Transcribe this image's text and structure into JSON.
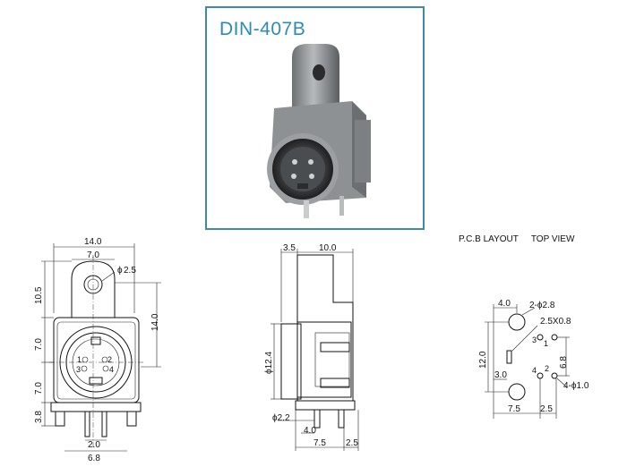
{
  "product": {
    "model": "DIN-407B"
  },
  "pcb": {
    "layout_label": "P.C.B LAYOUT",
    "view_label": "TOP VIEW"
  },
  "front_view": {
    "width": "14.0",
    "half_width": "7.0",
    "hole": "2.5",
    "phi": "ϕ",
    "top_height": "10.5",
    "mid_height": "14.0",
    "upper": "7.0",
    "lower": "7.0",
    "leg": "3.8",
    "pin_span": "2.0",
    "base": "6.8",
    "pins": [
      "1",
      "2",
      "3",
      "4"
    ]
  },
  "side_view": {
    "d1": "3.5",
    "d2": "10.0",
    "diameter": "12.4",
    "pin": "2.2",
    "b1": "4.0",
    "b2": "7.5",
    "b3": "2.5"
  },
  "pcb_view": {
    "top": "4.0",
    "holes": "2-",
    "hole_dia": "2.8",
    "slot": "2.5X0.8",
    "height": "12.0",
    "pitch": "6.8",
    "offset": "3.0",
    "pins_count": "4-",
    "pin_dia": "1.0",
    "base": "7.5",
    "gap": "2.5",
    "pins": [
      "3",
      "1",
      "4",
      "2"
    ]
  }
}
